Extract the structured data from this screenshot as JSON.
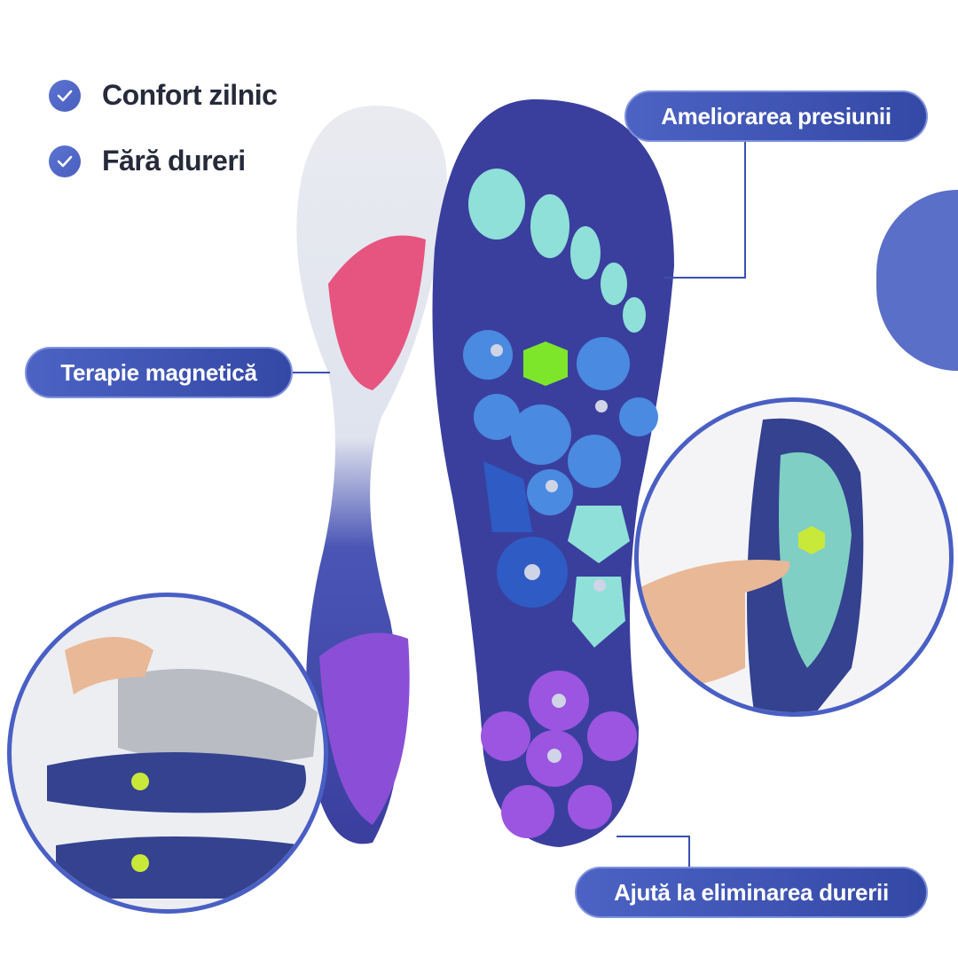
{
  "features": [
    {
      "label": "Confort zilnic",
      "icon": "check-icon"
    },
    {
      "label": "Fără dureri",
      "icon": "check-icon"
    }
  ],
  "callouts": {
    "pressure": "Ameliorarea presiunii",
    "magnetic": "Terapie magnetică",
    "pain": "Ajută la eliminarea durerii"
  },
  "colors": {
    "accent": "#4a5fc4",
    "insole": "#3a3f9e",
    "text": "#262b3b"
  }
}
